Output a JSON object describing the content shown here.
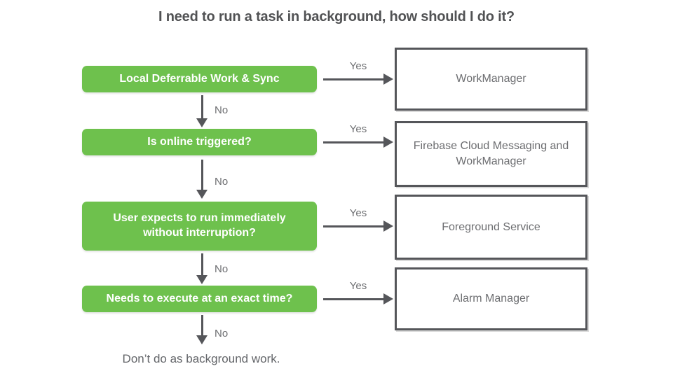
{
  "title": "I need to run a task in background, how should I do it?",
  "flow": {
    "yes_label": "Yes",
    "no_label": "No",
    "steps": [
      {
        "question": "Local Deferrable Work & Sync",
        "answer": "WorkManager"
      },
      {
        "question": "Is online triggered?",
        "answer": "Firebase Cloud Messaging and WorkManager"
      },
      {
        "question": "User expects to run immediately without interruption?",
        "answer": "Foreground Service"
      },
      {
        "question": "Needs to execute at an exact time?",
        "answer": "Alarm Manager"
      }
    ],
    "fallback": "Don’t do as background work."
  },
  "colors": {
    "decision_green": "#6EC14D",
    "line_dark_gray": "#55565A",
    "label_gray": "#6D6E71",
    "title_gray": "#515254"
  }
}
